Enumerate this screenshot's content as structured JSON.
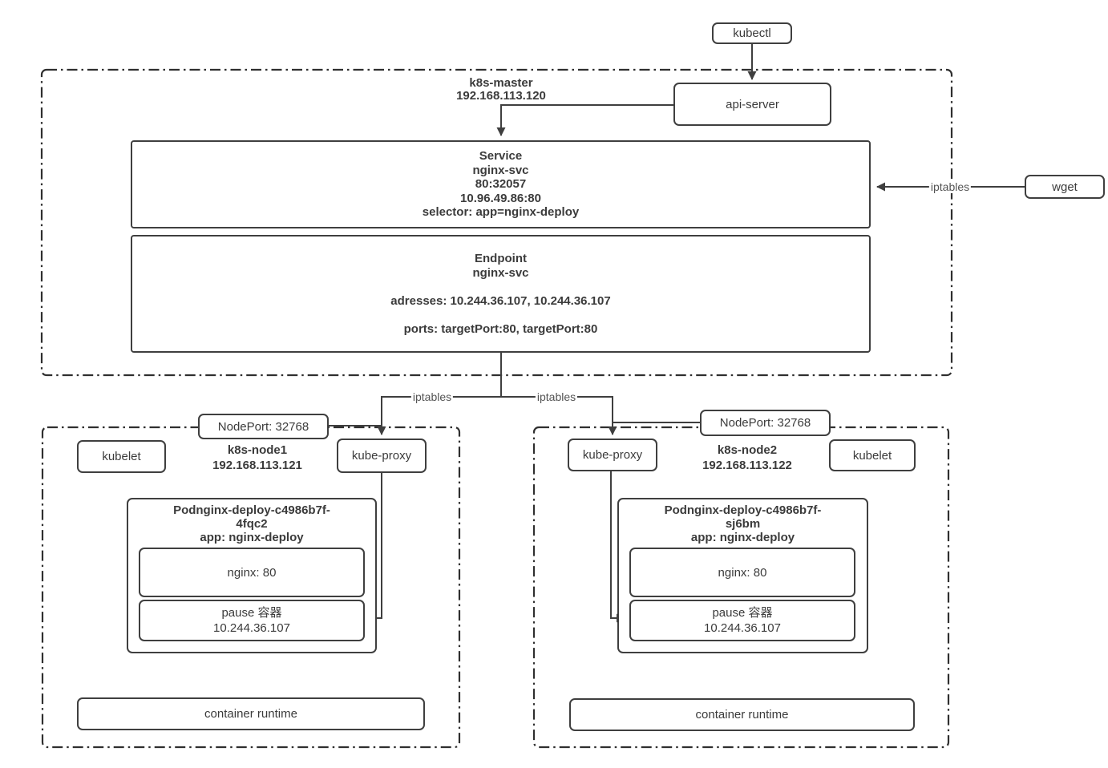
{
  "external": {
    "kubectl_label": "kubectl",
    "wget_label": "wget"
  },
  "connections": {
    "iptables_wget": "iptables",
    "iptables_node1": "iptables",
    "iptables_node2": "iptables"
  },
  "master": {
    "name": "k8s-master",
    "ip": "192.168.113.120",
    "api_server_label": "api-server",
    "service": {
      "title": "Service",
      "svc_name": "nginx-svc",
      "port_mapping": "80:32057",
      "cluster_ip": "10.96.49.86:80",
      "selector": "selector: app=nginx-deploy"
    },
    "endpoint": {
      "title": "Endpoint",
      "svc_name": "nginx-svc",
      "addresses": "adresses: 10.244.36.107, 10.244.36.107",
      "ports": "ports: targetPort:80, targetPort:80"
    }
  },
  "node1": {
    "name": "k8s-node1",
    "ip": "192.168.113.121",
    "nodeport_label": "NodePort: 32768",
    "kubelet_label": "kubelet",
    "kube_proxy_label": "kube-proxy",
    "pod": {
      "title_l1": "Podnginx-deploy-c4986b7f-",
      "title_l2": "4fqc2",
      "title_l3": "app: nginx-deploy",
      "nginx_label": "nginx: 80",
      "pause_l1": "pause 容器",
      "pause_ip": "10.244.36.107"
    },
    "container_runtime_label": "container runtime"
  },
  "node2": {
    "name": "k8s-node2",
    "ip": "192.168.113.122",
    "nodeport_label": "NodePort: 32768",
    "kubelet_label": "kubelet",
    "kube_proxy_label": "kube-proxy",
    "pod": {
      "title_l1": "Podnginx-deploy-c4986b7f-",
      "title_l2": "sj6bm",
      "title_l3": "app: nginx-deploy",
      "nginx_label": "nginx: 80",
      "pause_l1": "pause 容器",
      "pause_ip": "10.244.36.107"
    },
    "container_runtime_label": "container runtime"
  },
  "colors": {
    "line": "#3f3f3f",
    "text": "#3b3b3b",
    "muted_label": "#545454"
  }
}
